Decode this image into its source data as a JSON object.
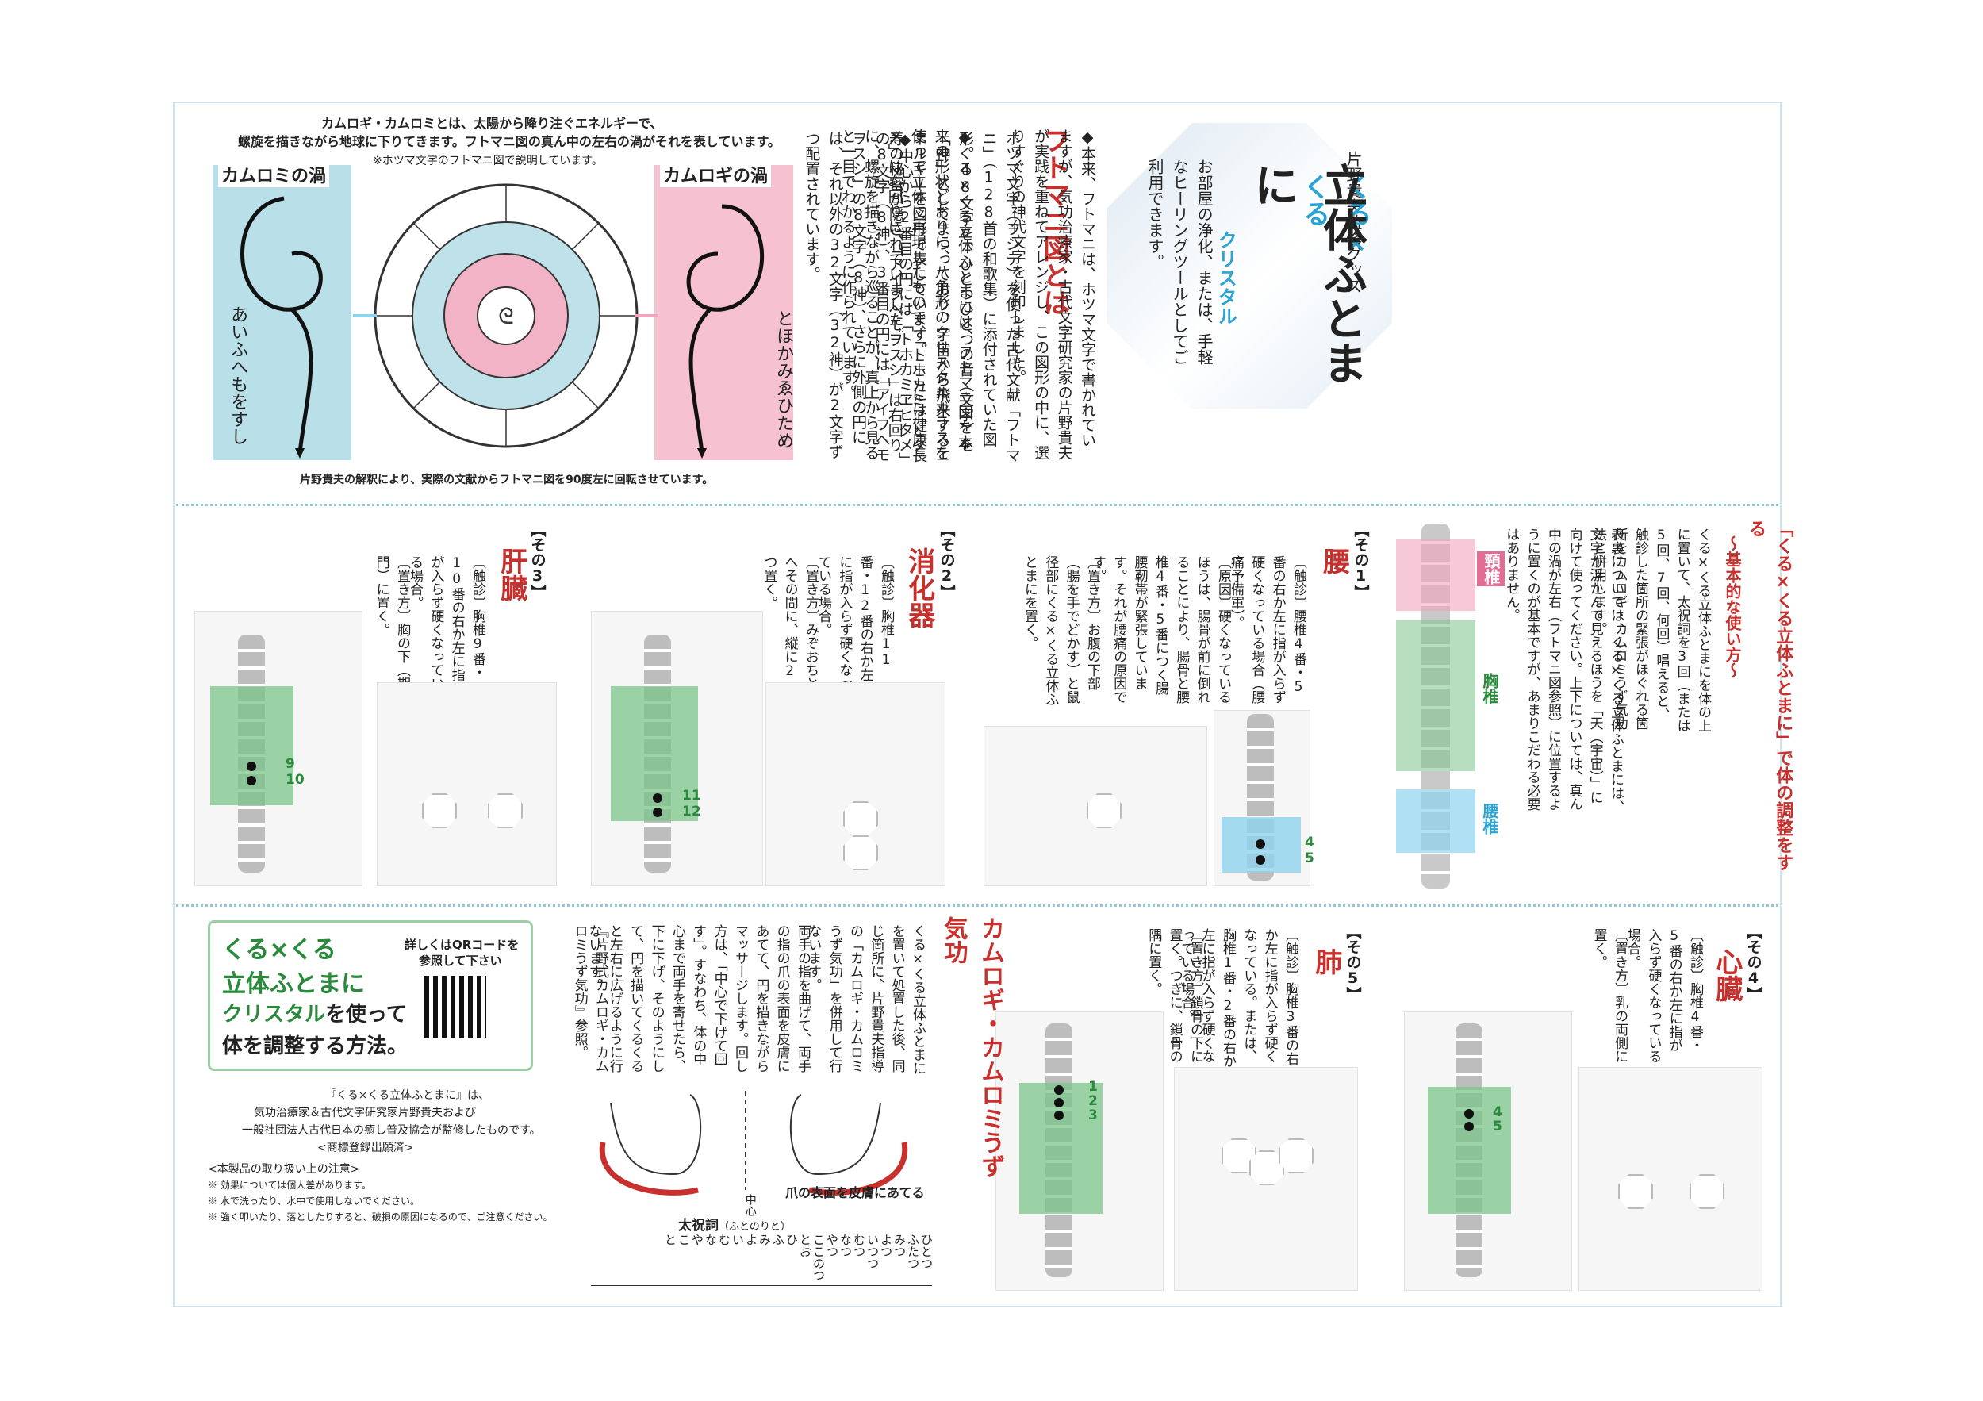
{
  "title": {
    "supervisor": "片野貴夫監修グッズ",
    "brand": "くる×くる",
    "name": "立体ふとまに",
    "crystal": "クリスタル",
    "desc": "お部屋の浄化、または、手軽なヒーリングツールとしてご利用できます。"
  },
  "futomani": {
    "heading": "フトマニ図とは",
    "p1": "ホツマ文字（ヲシテ）を使った古代文献「フトマニ」（128首の和歌集）に添付されていた図形。48文字を、ひとつひとつの音（文字）を「神」としてまつっており、宇宙から飛来するエネルギーを図形で表しています。ここには健康長寿の秘密が隠されていました。",
    "p2": "◆中心から2番目の円には「トホカミヱヒタメ」の8文字（8神）、3番目の円には「アイフヘモヲスシ」の8文字（8神）、さらに外側の円には、それ以外の32文字（32神）が2文字ずつ配置されています。",
    "p3": "◆本来、フトマニは、ホツマ文字で書かれていますが、気功治療家・古代文字研究家の片野貴夫が実践を重ねてアレンジし、この図形の中に、選りすぐりの神代文字を刻印しました。",
    "p4": "◆くる×くる立体ふとまには、フトマニ図を本来の形状どおりに、八角形のクリスタルガラスを使って立体に再現したもので、「トホカミヱヒタメ」は右回りに、「アイフヘモヲスシ」は右回りに、螺旋を描きながら巡ることが、真上から見ると一目でわかるように作られています。"
  },
  "diagram": {
    "intro1": "カムロギ・カムロミとは、太陽から降り注ぐエネルギーで、",
    "intro2": "螺旋を描きながら地球に下りてきます。フトマニ図の真ん中の左右の渦がそれを表しています。",
    "note": "※ホツマ文字のフトマニ図で説明しています。",
    "left_label": "カムロミの渦",
    "right_label": "カムロギの渦",
    "left_kana": "あいふへもをすし",
    "right_kana": "とほかみゑひため",
    "caption": "片野貴夫の解釈により、実際の文献からフトマニ図を90度左に回転させています。"
  },
  "usage": {
    "heading": "「くる×くる立体ふとまに」で体の調整をする",
    "sub": "～基本的な使い方～",
    "p1": "くる×くる立体ふとまにを体の上に置いて、太祝詞を3回（または5回、7回、何回）唱えると、触診した箇所の緊張がほぐれる箇所をカムロギ・カムロミうず気功法と併用します。",
    "p2": "表裏については、くる×くる立体ふとまには、文字が浮かんで見えるほうを「天（宇宙）」に向けて使ってください。上下については、真ん中の渦が左右（フトマニ図参照）に位置するように置くのが基本ですが、あまりこだわる必要はありません。",
    "cervical": "頸椎",
    "thoracic": "胸椎",
    "lumbar": "腰椎"
  },
  "sections": [
    {
      "no": "【その1】",
      "name": "腰",
      "touch": "〔触診〕腰椎4番・5番の右か左に指が入らず硬くなっている場合（腰痛予備軍）。",
      "cause": "〔原因〕硬くなっているほうは、腸骨が前に倒れることにより、腸骨と腰椎4番・5番につく腸腰靭帯が緊張しています。それが腰痛の原因です。",
      "place": "〔置き方〕お腹の下部（腸を手でどかす）と鼠径部にくる×くる立体ふとまにを置く。",
      "labels": [
        "4",
        "5"
      ]
    },
    {
      "no": "【その2】",
      "name": "消化器",
      "touch": "〔触診〕胸椎11番・12番の右か左に指が入らず硬くなっている場合。",
      "place": "〔置き方〕みぞおちとへその間に、縦に2つ置く。",
      "labels": [
        "11",
        "12"
      ]
    },
    {
      "no": "【その3】",
      "name": "肝臓",
      "touch": "〔触診〕胸椎9番・10番の右か左に指が入らず硬くなっている場合。",
      "place": "〔置き方〕胸の下（期門）に置く。",
      "labels": [
        "9",
        "10"
      ]
    },
    {
      "no": "【その4】",
      "name": "心臓",
      "touch": "〔触診〕胸椎4番・5番の右か左に指が入らず硬くなっている場合。",
      "place": "〔置き方〕乳の両側に置く。",
      "labels": [
        "4",
        "5"
      ]
    },
    {
      "no": "【その5】",
      "name": "肺",
      "touch": "〔触診〕胸椎3番の右か左に指が入らず硬くなっている。または、胸椎1番・2番の右か左に指が入らず硬くなっている場合。",
      "place": "〔置き方〕鎖骨の下に置く。つぎに、鎖骨の隅に置く。",
      "labels": [
        "1",
        "2",
        "3"
      ]
    }
  ],
  "kikou": {
    "heading": "カムロギ・カムロミうず気功",
    "p1": "くる×くる立体ふとまにを置いて処置した後、同じ箇所に、片野貴夫指導の「カムロギ・カムロミうず気功」を併用して行ないます。",
    "p2": "両手の指を曲げて、両手の指の爪の表面を皮膚にあてて、円を描きながらマッサージします。回し方は、「中心で下げて回す」。すなわち、体の中心まで両手を寄せたら、下に下げ、そのようにして、円を描いてくるくると左右に広げるように行ないます。",
    "p3": "『片野式カムロギ・カムロミうず気功』参照。",
    "center": "中心",
    "nail_note": "爪の表面を皮膚にあてる"
  },
  "norito": {
    "title": "太祝詞",
    "reading": "（ふとのりと）",
    "lines": [
      "ひとつ",
      "ふたつ",
      "みつ",
      "よつ",
      "いつつ",
      "むつ",
      "なつ",
      "やつ",
      "ここのつ",
      "とお",
      "ひ",
      "ふ",
      "み",
      "よ",
      "い",
      "む",
      "な",
      "や",
      "こ",
      "と"
    ]
  },
  "promo": {
    "line1": "くる×くる",
    "line2": "立体ふとまに",
    "line3": "クリスタル",
    "line3b": "を使って",
    "line4": "体を調整する方法。",
    "qr_text1": "詳しくはQRコードを",
    "qr_text2": "参照して下さい",
    "credit1": "『くる×くる立体ふとまに』は、",
    "credit2": "気功治療家＆古代文字研究家片野貴夫および",
    "credit3": "一般社団法人古代日本の癒し普及協会が監修したものです。",
    "trademark": "<商標登録出願済>",
    "notice_title": "<本製品の取り扱い上の注意>",
    "notice1": "※ 効果については個人差があります。",
    "notice2": "※ 水で洗ったり、水中で使用しないでください。",
    "notice3": "※ 強く叩いたり、落としたりすると、破損の原因になるので、ご注意ください。"
  },
  "colors": {
    "accent": "#c8302d",
    "green": "#2a8a3c",
    "pink": "#f2a3bd",
    "blue": "#b9dfe8"
  }
}
